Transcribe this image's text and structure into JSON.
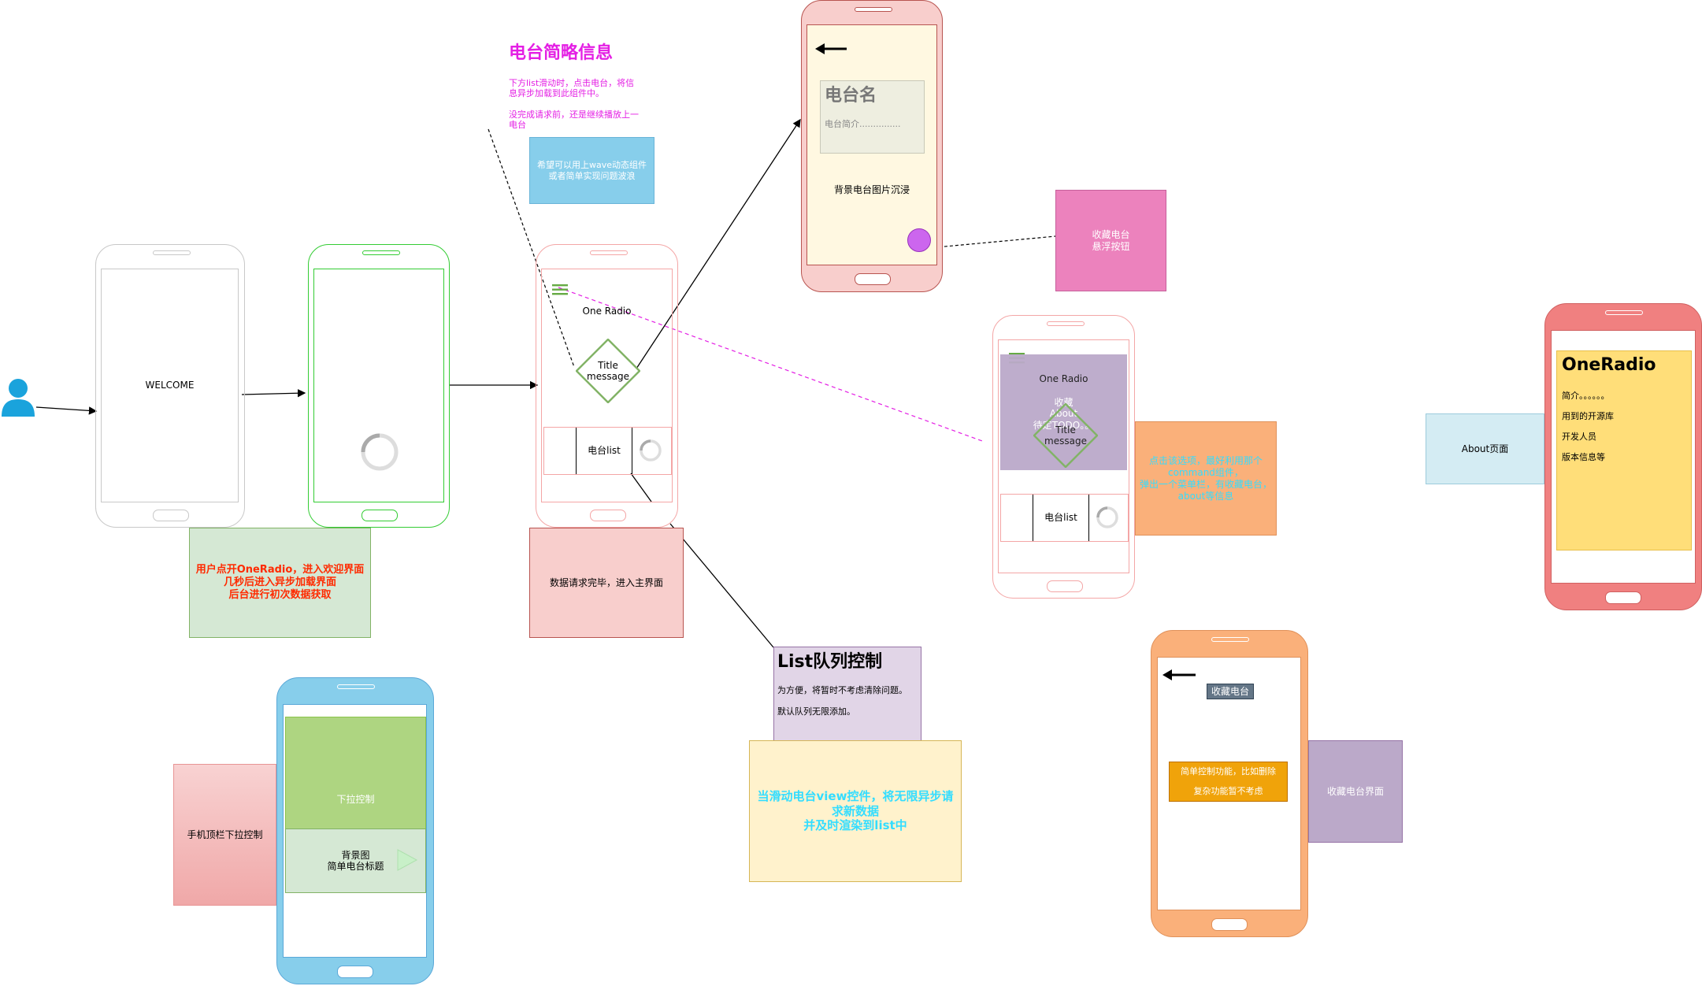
{
  "user": {
    "icon": "user-icon"
  },
  "welcome_phone": {
    "text": "WELCOME"
  },
  "welcome_note": {
    "text": "用户点开OneRadio，进入欢迎界面\n几秒后进入异步加载界面\n后台进行初次数据获取"
  },
  "loading_phone": {
    "icon": "spinner-icon"
  },
  "station_info": {
    "title": "电台简略信息",
    "desc1": "下方list滑动时，点击电台，将信\n息异步加载到此组件中。",
    "desc2": "没完成请求前，还是继续播放上一\n电台",
    "wave_note": "希望可以用上wave动态组件\n或者简单实现问题波浪"
  },
  "main_phone": {
    "title": "One Radio",
    "diamond_text": "Title\nmessage",
    "list_label": "电台list"
  },
  "main_note": {
    "text": "数据请求完毕，进入主界面"
  },
  "detail_phone": {
    "station_name": "电台名",
    "station_intro": "电台简介...............",
    "bg_text": "背景电台图片沉浸"
  },
  "fav_float_note": {
    "text": "收藏电台\n悬浮按钮"
  },
  "menu_phone": {
    "title": "One Radio",
    "menu_items": "收藏\nAbout\n待定TODO。。",
    "diamond_text": "Title\nmessage",
    "list_label": "电台list"
  },
  "menu_note": {
    "text": "点击该选项，最好利用那个\ncommand组件，\n弹出一个菜单栏，有收藏电台，\nabout等信息"
  },
  "queue": {
    "title": "List队列控制",
    "line1": "为方便，将暂时不考虑清除问题。",
    "line2": "默认队列无限添加。"
  },
  "scroll_note": {
    "text": "当滑动电台view控件，将无限异步请\n求新数据\n并及时渲染到list中"
  },
  "pulldown_phone": {
    "control_label": "下拉控制",
    "bg_label": "背景图\n简单电台标题"
  },
  "pulldown_note": {
    "text": "手机顶栏下拉控制"
  },
  "favorites_phone": {
    "header": "收藏电台",
    "hint": "简单控制功能，比如删除\n\n复杂功能暂不考虑"
  },
  "favorites_note": {
    "text": "收藏电台界面"
  },
  "about_note": {
    "text": "About页面"
  },
  "about_phone": {
    "title": "OneRadio",
    "item1": "简介。。。。。。",
    "item2": "用到的开源库",
    "item3": "开发人员",
    "item4": "版本信息等"
  },
  "colors": {
    "magenta": "#e41fe4",
    "green_note_bg": "#d5e8d4",
    "pink_note_bg": "#f8cecc",
    "blue_note_bg": "#87ceeb",
    "purple_note_bg": "#e1d5e7",
    "yellow_note_bg": "#fff2cc",
    "orange_note_bg": "#fab07a",
    "hotpink_note_bg": "#ec82bd",
    "lightblue_note_bg": "#d4ecf3",
    "mauve_note_bg": "#bba9c9",
    "about_screen_bg": "#ffde79"
  }
}
